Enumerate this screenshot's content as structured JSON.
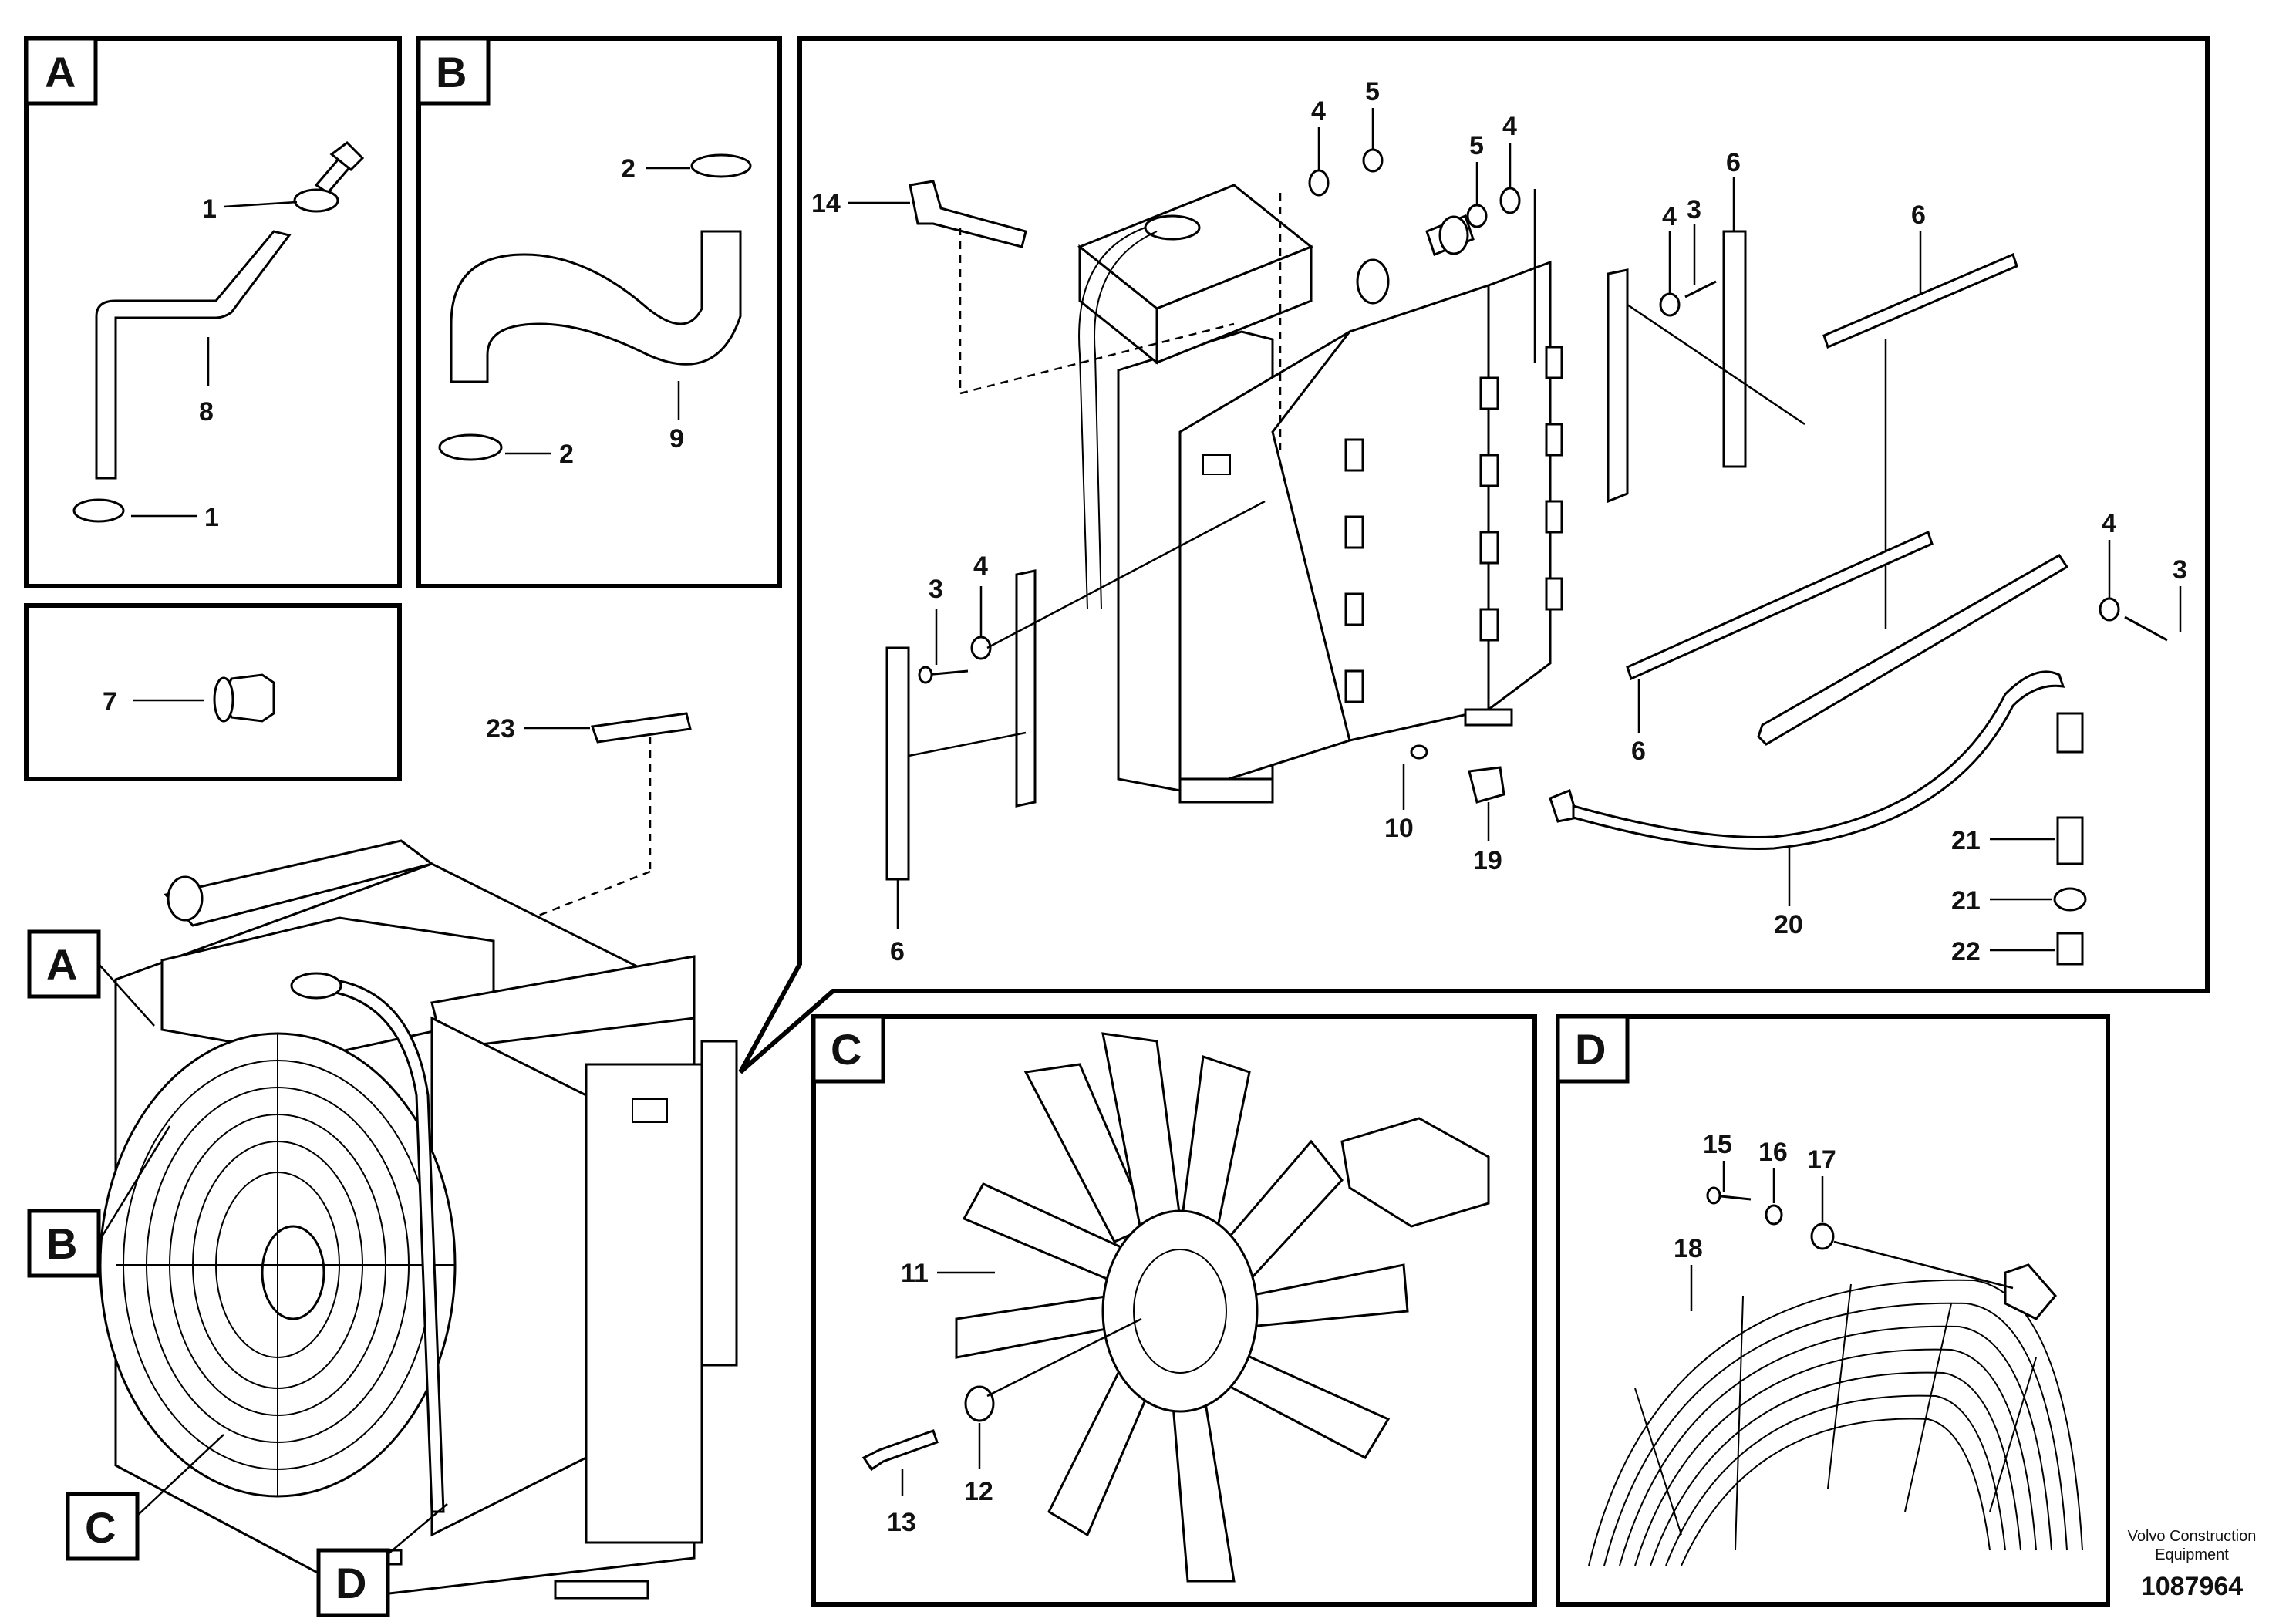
{
  "sections": [
    "A",
    "B",
    "C",
    "D"
  ],
  "callouts": {
    "n1a": "1",
    "n1b": "1",
    "n8": "8",
    "n2a": "2",
    "n2b": "2",
    "n9": "9",
    "n7": "7",
    "n23": "23",
    "n14": "14",
    "n4a": "4",
    "n5a": "5",
    "n5b": "5",
    "n4b": "4",
    "n4c": "4",
    "n3a": "3",
    "n6a": "6",
    "n6b": "6",
    "n4d": "4",
    "n3b": "3",
    "n3c": "3",
    "n4e": "4",
    "n6c": "6",
    "n6d": "6",
    "n10": "10",
    "n19": "19",
    "n20": "20",
    "n21a": "21",
    "n21b": "21",
    "n22": "22",
    "n11": "11",
    "n12": "12",
    "n13": "13",
    "n15": "15",
    "n16": "16",
    "n17": "17",
    "n18": "18"
  },
  "footer": {
    "brand_line1": "Volvo Construction",
    "brand_line2": "Equipment",
    "doc_number": "1087964"
  }
}
